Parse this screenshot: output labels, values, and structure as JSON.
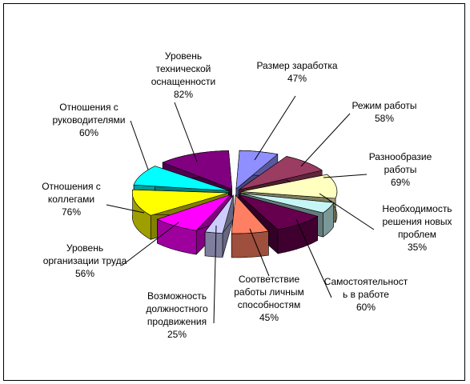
{
  "chart_data": {
    "type": "pie",
    "style": "3d-exploded",
    "title": "",
    "slices": [
      {
        "label": "Размер заработка",
        "lines": [
          "Размер заработка"
        ],
        "percent_text": "47%",
        "value": 47,
        "color": "#8F8FFF"
      },
      {
        "label": "Режим работы",
        "lines": [
          "Режим работы"
        ],
        "percent_text": "58%",
        "value": 58,
        "color": "#9B3C62"
      },
      {
        "label": "Разнообразие работы",
        "lines": [
          "Разнообразие",
          "работы"
        ],
        "percent_text": "69%",
        "value": 69,
        "color": "#FFFFC0"
      },
      {
        "label": "Необходимость решения новых проблем",
        "lines": [
          "Необходимость",
          "решения новых",
          "проблем"
        ],
        "percent_text": "35%",
        "value": 35,
        "color": "#C6F5F5"
      },
      {
        "label": "Самостоятельность в работе",
        "lines": [
          "Самостоятельност",
          "ь в работе"
        ],
        "percent_text": "60%",
        "value": 60,
        "color": "#66004E"
      },
      {
        "label": "Соответствие работы личным способностям",
        "lines": [
          "Соответствие",
          "работы личным",
          "способностям"
        ],
        "percent_text": "45%",
        "value": 45,
        "color": "#FF7F62"
      },
      {
        "label": "Возможность должностного продвижения",
        "lines": [
          "Возможность",
          "должностного",
          "продвижения"
        ],
        "percent_text": "25%",
        "value": 25,
        "color": "#CCCCFF"
      },
      {
        "label": "Уровень организации труда",
        "lines": [
          "Уровень",
          "организации труда"
        ],
        "percent_text": "56%",
        "value": 56,
        "color": "#FF00FF"
      },
      {
        "label": "Отношения с коллегами",
        "lines": [
          "Отношения с",
          "коллегами"
        ],
        "percent_text": "76%",
        "value": 76,
        "color": "#FFFF00"
      },
      {
        "label": "Отношения с руководителями",
        "lines": [
          "Отношения с",
          "руководителями"
        ],
        "percent_text": "60%",
        "value": 60,
        "color": "#00FFFF"
      },
      {
        "label": "Уровень технической оснащенности",
        "lines": [
          "Уровень",
          "технической",
          "оснащенности"
        ],
        "percent_text": "82%",
        "value": 82,
        "color": "#800080"
      }
    ]
  }
}
